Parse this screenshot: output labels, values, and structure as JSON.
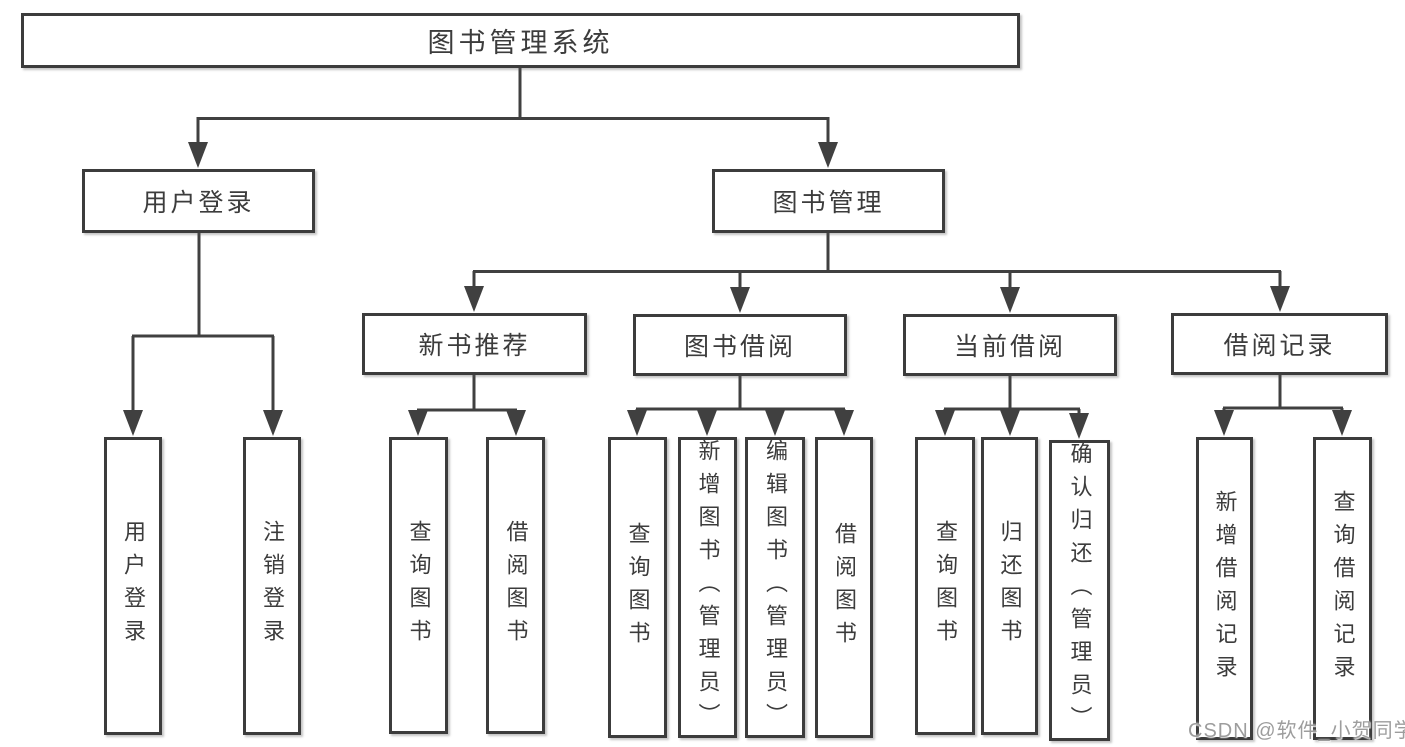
{
  "diagram": {
    "root": {
      "label": "图书管理系统"
    },
    "user_login": {
      "label": "用户登录",
      "children": [
        {
          "label": "用户登录"
        },
        {
          "label": "注销登录"
        }
      ]
    },
    "book_management": {
      "label": "图书管理",
      "sections": [
        {
          "label": "新书推荐",
          "children": [
            {
              "label": "查询图书"
            },
            {
              "label": "借阅图书"
            }
          ]
        },
        {
          "label": "图书借阅",
          "children": [
            {
              "label": "查询图书"
            },
            {
              "label": "新增图书（管理员）"
            },
            {
              "label": "编辑图书（管理员）"
            },
            {
              "label": "借阅图书"
            }
          ]
        },
        {
          "label": "当前借阅",
          "children": [
            {
              "label": "查询图书"
            },
            {
              "label": "归还图书"
            },
            {
              "label": "确认归还（管理员）"
            }
          ]
        },
        {
          "label": "借阅记录",
          "children": [
            {
              "label": "新增借阅记录"
            },
            {
              "label": "查询借阅记录"
            }
          ]
        }
      ]
    },
    "watermark": "CSDN @软件_小贺同学",
    "colors": {
      "line": "#404040",
      "border": "#3c3c3c",
      "text": "#3c3c3c",
      "watermark": "#9d9d9d",
      "background": "#ffffff"
    }
  }
}
